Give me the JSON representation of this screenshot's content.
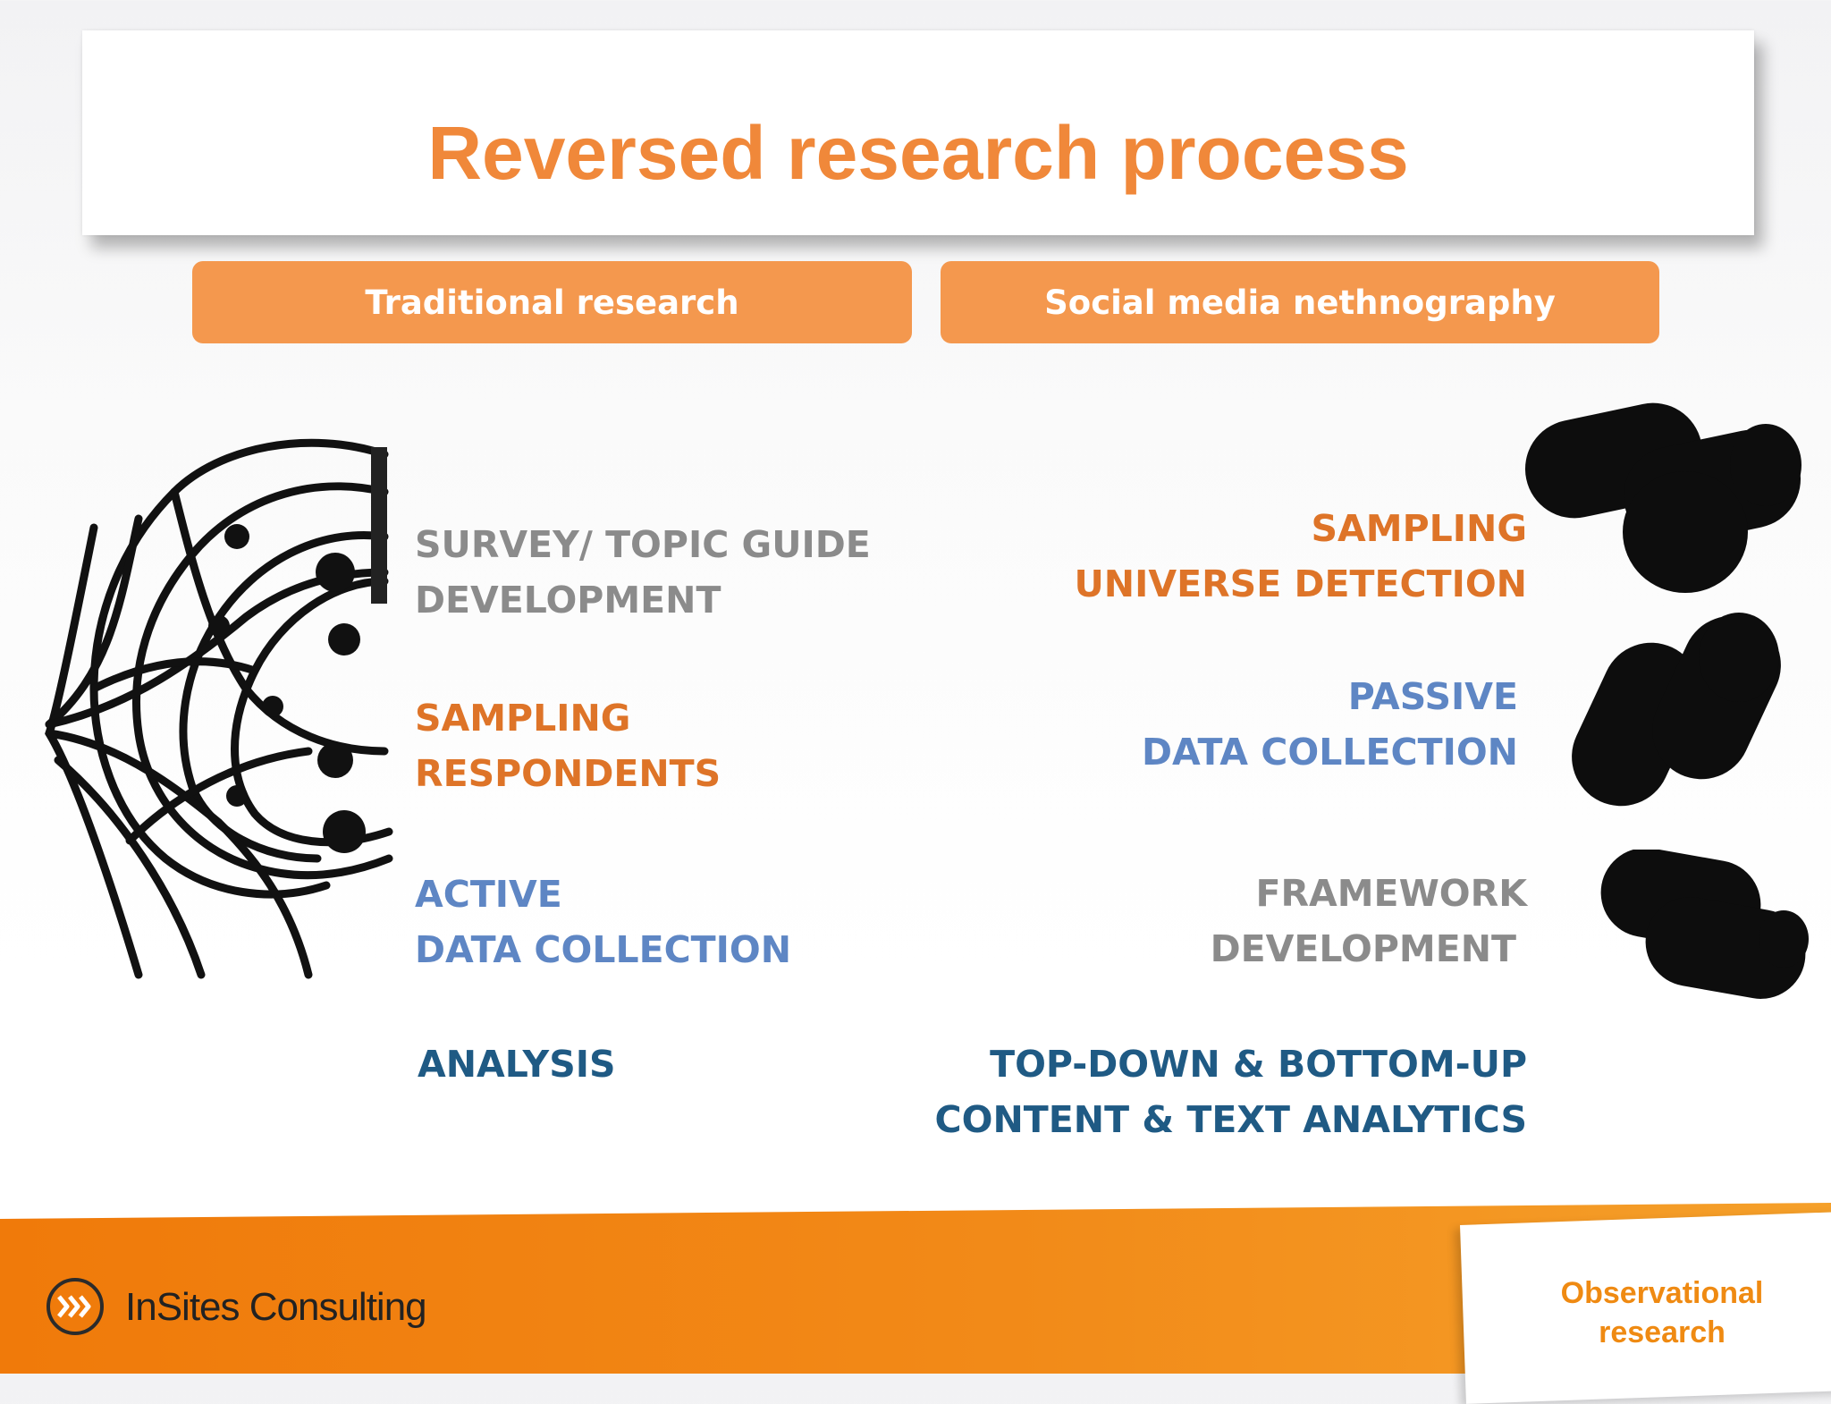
{
  "slide": {
    "title": "Reversed research process",
    "headers": {
      "left": "Traditional research",
      "right": "Social media nethnography"
    },
    "traditional_steps": [
      {
        "lines": [
          "SURVEY/ TOPIC GUIDE",
          "DEVELOPMENT"
        ],
        "color": "#8b8b8b"
      },
      {
        "lines": [
          "SAMPLING",
          "RESPONDENTS"
        ],
        "color": "#de7428"
      },
      {
        "lines": [
          "ACTIVE",
          "DATA COLLECTION"
        ],
        "color": "#5e86c4"
      },
      {
        "lines": [
          "ANALYSIS"
        ],
        "color": "#1f5a84"
      }
    ],
    "nethnography_steps": [
      {
        "lines": [
          "SAMPLING",
          "UNIVERSE DETECTION"
        ],
        "color": "#de7428"
      },
      {
        "lines": [
          "PASSIVE",
          "DATA COLLECTION"
        ],
        "color": "#5e86c4"
      },
      {
        "lines": [
          "FRAMEWORK",
          "DEVELOPMENT"
        ],
        "color": "#8b8b8b"
      },
      {
        "lines": [
          "TOP-DOWN & BOTTOM-UP",
          "CONTENT & TEXT ANALYTICS"
        ],
        "color": "#1f5a84"
      }
    ],
    "illustrations": {
      "left": "fishing-net-icon",
      "right": "binoculars-icon"
    }
  },
  "footer": {
    "logo_icon": "chevrons-icon",
    "company": "InSites Consulting",
    "section_label": [
      "Observational",
      "research"
    ]
  },
  "colors": {
    "accent_orange": "#f0883a",
    "header_pill": "#f4984e",
    "footer_band": "#f07a0a"
  }
}
